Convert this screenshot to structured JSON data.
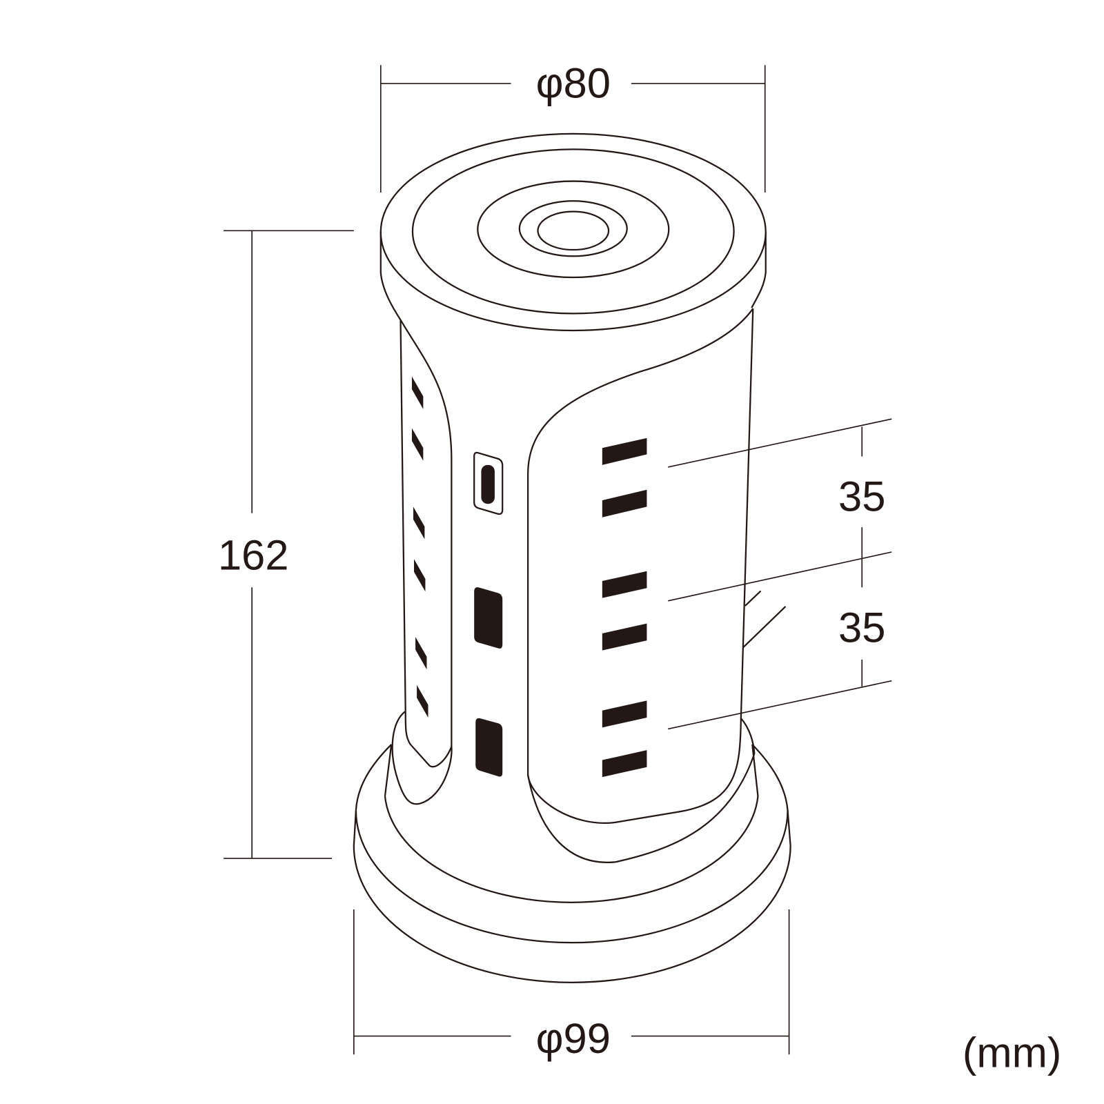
{
  "dimensions": {
    "top_diameter": "φ80",
    "height": "162",
    "outlet_pitch_1": "35",
    "outlet_pitch_2": "35",
    "base_diameter": "φ99",
    "unit": "(mm)"
  },
  "colors": {
    "line": "#231815",
    "background": "#ffffff"
  }
}
